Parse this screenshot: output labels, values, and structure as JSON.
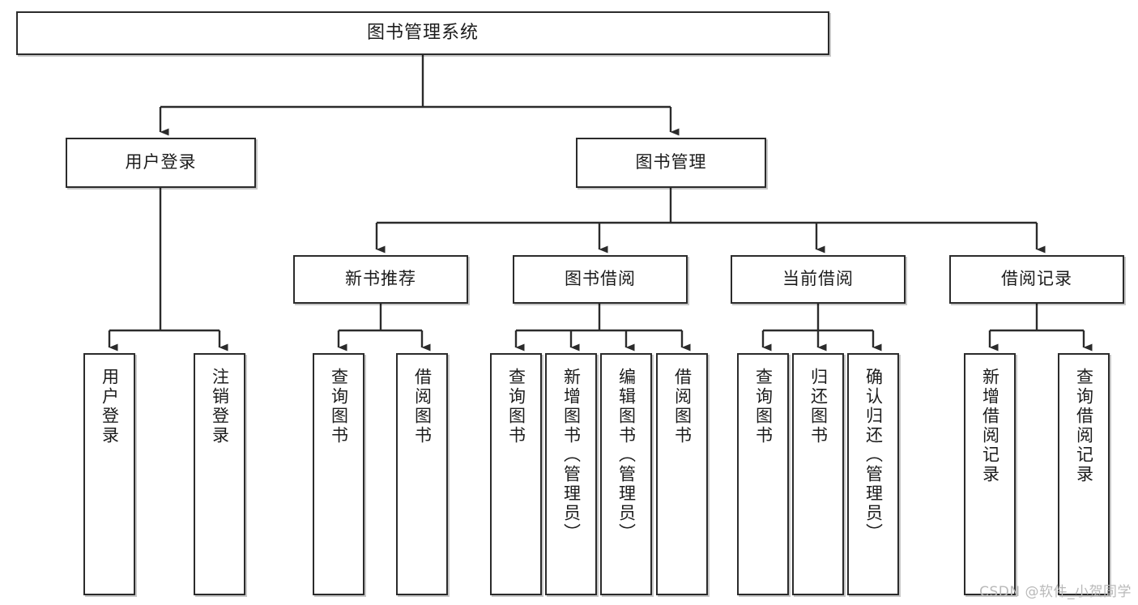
{
  "diagram": {
    "title": "图书管理系统",
    "type": "tree",
    "watermark": "CSDN @软件_小贺同学",
    "colors": {
      "box_border": "#2b2b2b",
      "box_fill": "#ffffff",
      "line": "#2b2b2b",
      "text": "#1c1c1c",
      "watermark": "#b9b9b9"
    },
    "root": {
      "label": "图书管理系统"
    },
    "level2": [
      {
        "label": "用户登录"
      },
      {
        "label": "图书管理"
      }
    ],
    "level3": [
      {
        "label": "新书推荐"
      },
      {
        "label": "图书借阅"
      },
      {
        "label": "当前借阅"
      },
      {
        "label": "借阅记录"
      }
    ],
    "leaves": {
      "user_login": [
        {
          "label": "用户登录"
        },
        {
          "label": "注销登录"
        }
      ],
      "new_book_recommend": [
        {
          "label": "查询图书"
        },
        {
          "label": "借阅图书"
        }
      ],
      "book_borrow": [
        {
          "label": "查询图书"
        },
        {
          "label": "新增图书（管理员）"
        },
        {
          "label": "编辑图书（管理员）"
        },
        {
          "label": "借阅图书"
        }
      ],
      "current_borrow": [
        {
          "label": "查询图书"
        },
        {
          "label": "归还图书"
        },
        {
          "label": "确认归还（管理员）"
        }
      ],
      "borrow_record": [
        {
          "label": "新增借阅记录"
        },
        {
          "label": "查询借阅记录"
        }
      ]
    }
  }
}
